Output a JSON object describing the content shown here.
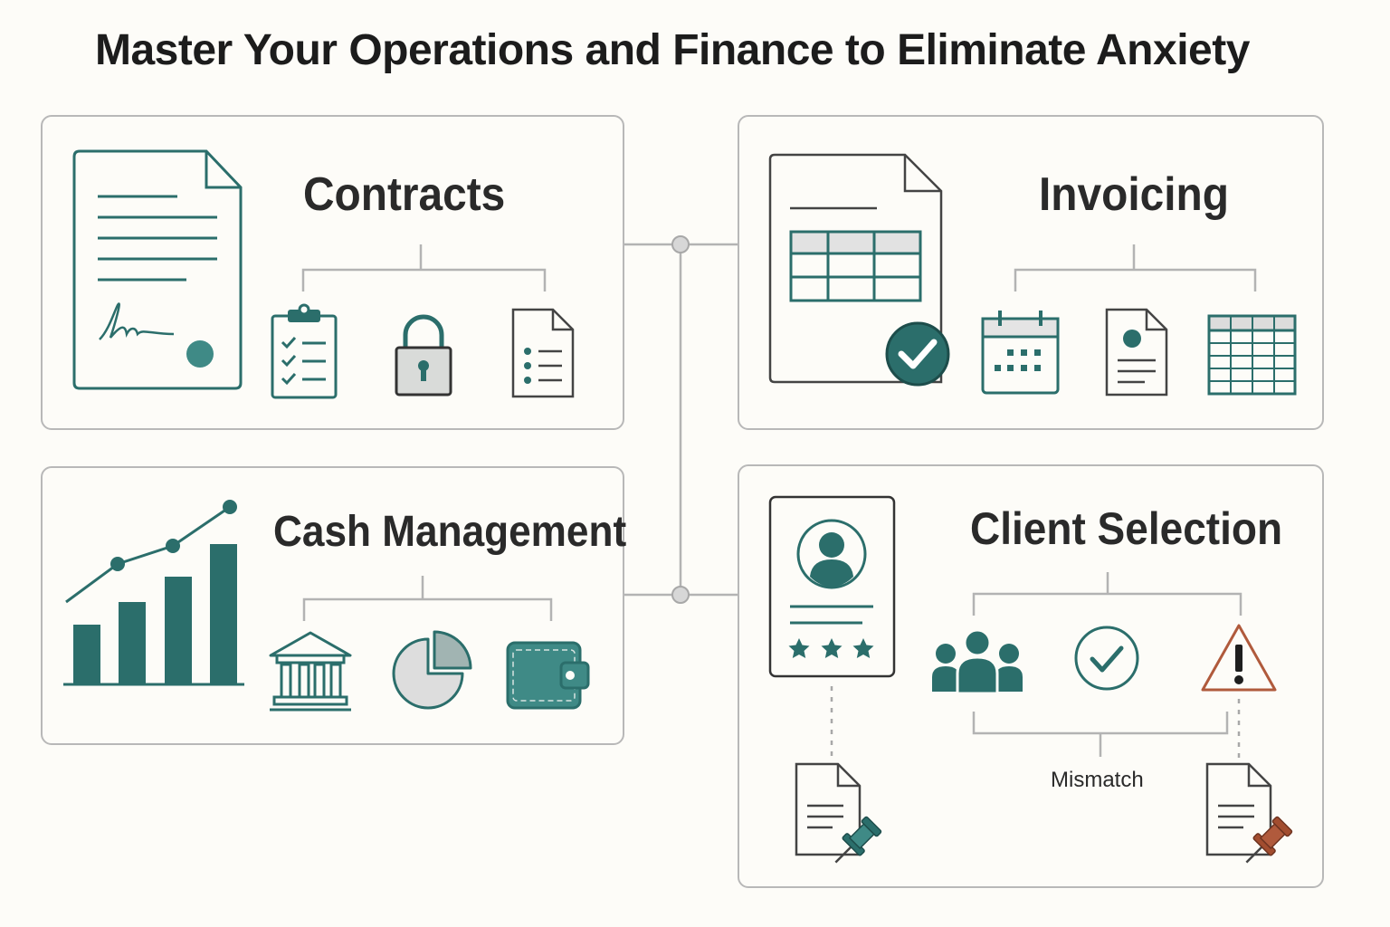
{
  "title": "Master Your Operations and Finance to Eliminate Anxiety",
  "colors": {
    "teal": "#2b6e6b",
    "teal_light": "#3f8a86",
    "outline": "#333333",
    "panel_border": "#b8b8b8",
    "connector": "#b3b3b3",
    "warning": "#b05a3c",
    "background": "#fdfcf8"
  },
  "panels": {
    "contracts": {
      "title": "Contracts",
      "main_icon": "signed-contract-document-icon",
      "icons": [
        "checklist-clipboard-icon",
        "padlock-icon",
        "bulleted-document-icon"
      ]
    },
    "invoicing": {
      "title": "Invoicing",
      "main_icon": "invoice-table-document-check-icon",
      "icons": [
        "calendar-icon",
        "profile-document-icon",
        "spreadsheet-icon"
      ]
    },
    "cash_management": {
      "title": "Cash Management",
      "main_icon": "growth-bar-line-chart-icon",
      "icons": [
        "bank-icon",
        "pie-chart-icon",
        "wallet-icon"
      ]
    },
    "client_selection": {
      "title": "Client Selection",
      "main_icon": "client-profile-card-icon",
      "icons": [
        "client-group-icon",
        "approved-check-icon",
        "warning-icon",
        "pinned-document-icon",
        "pinned-document-warning-icon"
      ],
      "mismatch_label": "Mismatch"
    }
  }
}
